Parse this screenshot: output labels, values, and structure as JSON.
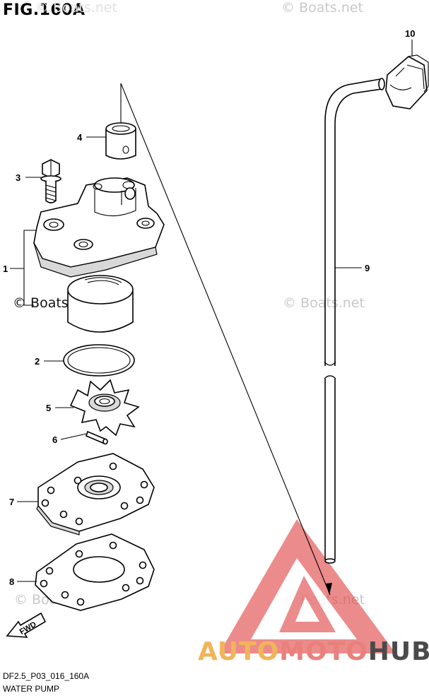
{
  "figure_title": "FIG.160A",
  "footer": {
    "code": "DF2.5_P03_016_160A",
    "name": "WATER PUMP"
  },
  "watermarks": [
    "© Boats.net",
    "© Boats.net",
    "© Boats.net",
    "© Boats.net",
    "© Boats.net",
    "© Boats.net"
  ],
  "brand": {
    "part1": "AUTO",
    "part2": "MOTO",
    "part3": "HUB"
  },
  "fwd_label": "FWD",
  "callouts": [
    "1",
    "2",
    "3",
    "4",
    "5",
    "6",
    "7",
    "8",
    "9",
    "10"
  ],
  "colors": {
    "line": "#000000",
    "watermark": "#c9c9c9",
    "logo_red": "#e24a4a",
    "logo_orange": "#f2b45a"
  }
}
